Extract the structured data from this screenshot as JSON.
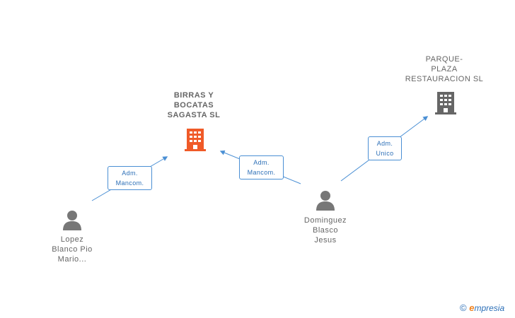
{
  "nodes": {
    "birras": {
      "lines": [
        "BIRRAS Y",
        "BOCATAS",
        "SAGASTA SL"
      ]
    },
    "parque": {
      "lines": [
        "PARQUE-",
        "PLAZA",
        "RESTAURACION SL"
      ]
    },
    "lopez": {
      "lines": [
        "Lopez",
        "Blanco Pio",
        "Mario..."
      ]
    },
    "dominguez": {
      "lines": [
        "Dominguez",
        "Blasco",
        "Jesus"
      ]
    }
  },
  "edges": {
    "lopez_birras": {
      "lines": [
        "Adm.",
        "Mancom."
      ]
    },
    "dominguez_birras": {
      "lines": [
        "Adm.",
        "Mancom."
      ]
    },
    "dominguez_parque": {
      "lines": [
        "Adm.",
        "Unico"
      ]
    }
  },
  "colors": {
    "company_highlight": "#f05a28",
    "company_other": "#666666",
    "person": "#777777",
    "edge": "#4a8fd4"
  },
  "watermark": {
    "copyright": "©",
    "brand_initial": "e",
    "brand_rest": "mpresia"
  }
}
